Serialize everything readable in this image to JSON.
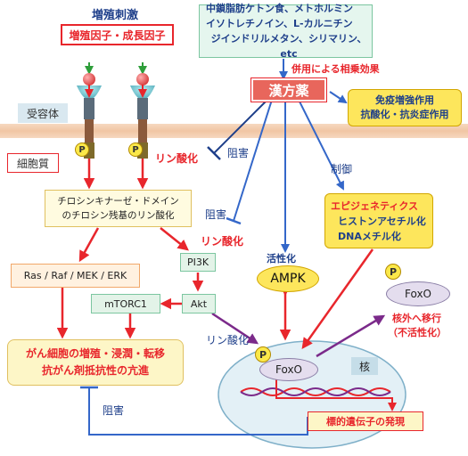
{
  "stimulus": {
    "title": "増殖刺激",
    "factors": "増殖因子・成長因子"
  },
  "supplements": {
    "line1": "中鎖脂肪ケトン食、メトホルミン",
    "line2": "イソトレチノイン、L-カルニチン",
    "line3": "ジインドリルメタン、シリマリン、etc"
  },
  "synergy_label": "併用による相乗効果",
  "kampo": "漢方薬",
  "immune": {
    "line1": "免疫増強作用",
    "line2": "抗酸化・抗炎症作用"
  },
  "receptor_label": "受容体",
  "cytoplasm_label": "細胞質",
  "phospho_label": "リン酸化",
  "inhibit_label_top": "阻害",
  "inhibit_label_mid": "阻害",
  "inhibit_label_bottom": "阻害",
  "control_label": "制御",
  "tyrosine": {
    "line1": "チロシンキナーゼ・ドメイン",
    "line2": "のチロシン残基のリン酸化"
  },
  "phospho_pi3k_label": "リン酸化",
  "pi3k": "PI3K",
  "ras": "Ras / Raf / MEK / ERK",
  "akt": "Akt",
  "mtorc1": "mTORC1",
  "epigenetics": {
    "title": "エピジェネティクス",
    "line1": "ヒストンアセチル化",
    "line2": "DNAメチル化"
  },
  "activation_label": "活性化",
  "ampk": "AMPK",
  "p": "P",
  "foxo_out": "FoxO",
  "export": {
    "line1": "核外へ移行",
    "line2": "（不活性化）"
  },
  "cancer": {
    "line1": "がん細胞の増殖・浸潤・転移",
    "line2": "抗がん剤抵抗性の亢進"
  },
  "phospho_akt_label": "リン酸化",
  "foxo_in": "FoxO",
  "nucleus_label": "核",
  "gene_expression": "標的遺伝子の発現",
  "colors": {
    "red": "#e8262c",
    "purple": "#7b2a8a",
    "blue": "#3467c9",
    "green": "#2e9e3a",
    "yellow": "#fde65c",
    "darkblue": "#1e3f8a"
  }
}
